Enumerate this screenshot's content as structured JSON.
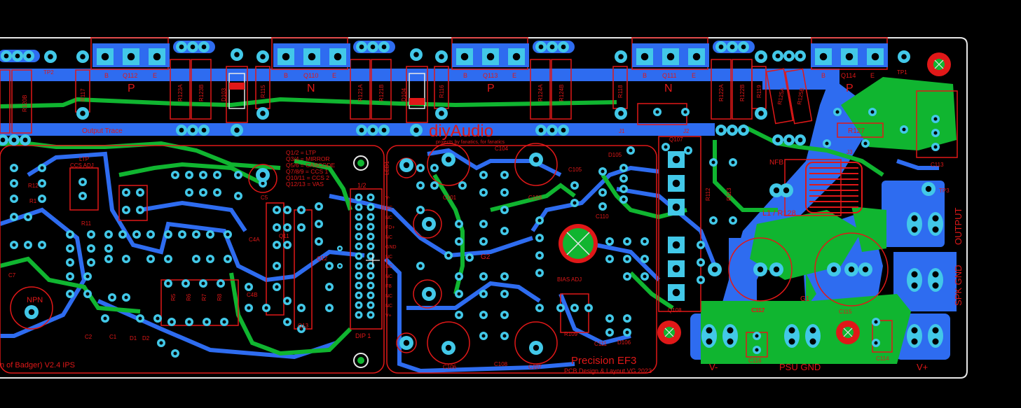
{
  "colors": {
    "background": "#000000",
    "board_outline": "#e8e8e8",
    "top_copper": "#2e6cf0",
    "bottom_copper": "#10b530",
    "silkscreen": "#e01818",
    "pad": "#42c8e8",
    "drill": "#000000"
  },
  "board": {
    "output_trace_label": "Output Trace",
    "brand": "diyAudio",
    "brand_tagline": "projects by fanatics, for fanatics",
    "project_title": "Precision EF3",
    "credit": "PCB Design & Layout VG 2023",
    "version_label": "n of Badger) V2.4 IPS",
    "ltp_label": "LTP",
    "ccs_adj_label": "CCS ADJ",
    "npn_label": "NPN",
    "bias_adj_label": "BIAS ADJ",
    "nfb_label": "NFB",
    "l1_label": "L1 / R128",
    "output_label": "OUTPUT",
    "spk_gnd_label": "SPK GND",
    "psu_gnd_label": "PSU GND",
    "v_minus_label": "V-",
    "v_plus_label": "V+",
    "dip_label": "DIP 1",
    "half_label": "1/2",
    "g1_label": "G1",
    "g2_label": "G2",
    "led_label": "LED1"
  },
  "legend_lines": [
    "Q1/2 = LTP",
    "Q3/4 = MIRROR",
    "Q5/6 = CASCODE",
    "Q7/8/9 = CCS 1",
    "Q10/11 = CCS 2",
    "Q12/13 = VAS"
  ],
  "transistors": [
    {
      "ref": "Q112",
      "type": "P",
      "b": "B",
      "e": "E"
    },
    {
      "ref": "Q110",
      "type": "N",
      "b": "B",
      "e": "E"
    },
    {
      "ref": "Q113",
      "type": "P",
      "b": "B",
      "e": "E"
    },
    {
      "ref": "Q111",
      "type": "N",
      "b": "B",
      "e": "E"
    },
    {
      "ref": "Q114",
      "type": "P",
      "b": "B",
      "e": "E"
    }
  ],
  "resistors_top": [
    "R120B",
    "R117",
    "R123A",
    "R123B",
    "R115",
    "R121A",
    "R121B",
    "R116",
    "R124A",
    "R124B",
    "R118",
    "R122A",
    "R122B",
    "R119",
    "R125A",
    "R125B"
  ],
  "diodes": [
    "D103",
    "D104"
  ],
  "test_points": [
    "TP2",
    "TP1",
    "TP3"
  ],
  "jumpers": [
    "J1",
    "J2",
    "J3"
  ],
  "misc_refs": [
    "R127",
    "C113",
    "C112",
    "C104",
    "C101",
    "C102",
    "C103",
    "C105",
    "C106",
    "C107",
    "C108",
    "C109",
    "C110",
    "C111",
    "C114",
    "C115",
    "C116",
    "C117",
    "Q101",
    "Q102",
    "Q103",
    "Q104",
    "Q105",
    "Q106",
    "Q107",
    "Q108",
    "R109",
    "R112",
    "R113",
    "D105",
    "D106",
    "R11",
    "R12",
    "R1",
    "C4A",
    "C4B",
    "C5",
    "C7",
    "C2",
    "C1",
    "D1",
    "D2",
    "Q11",
    "Q12",
    "Q13",
    "R5",
    "R6",
    "R7",
    "R8"
  ],
  "dip_side_labels": [
    "V-",
    "NC",
    "NC",
    "FD+",
    "NC",
    "GND",
    "NC",
    "NC",
    "NC",
    "FB",
    "NC",
    "NC",
    "V+"
  ]
}
